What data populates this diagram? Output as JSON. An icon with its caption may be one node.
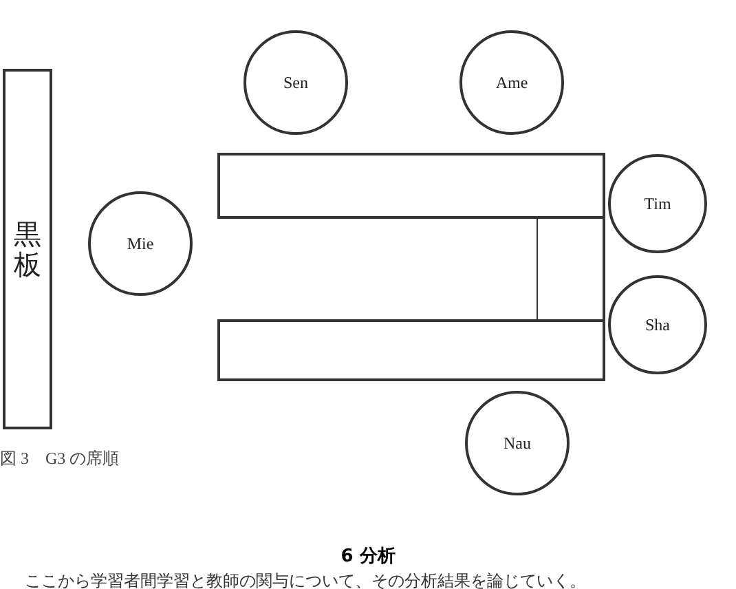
{
  "diagram": {
    "caption": "図 3　G3 の席順",
    "nodes": [
      {
        "text": [
          "黒板"
        ]
      },
      {
        "text": [
          "Sen"
        ]
      },
      {
        "text": [
          "Ame"
        ]
      },
      {
        "text": [
          "Mie"
        ]
      },
      {
        "text": [],
        "shape": "box"
      },
      {
        "text": [
          "Tim"
        ]
      },
      {
        "text": [],
        "shape": "box"
      },
      {
        "text": [
          "Sha"
        ]
      },
      {
        "text": [],
        "shape": "box"
      },
      {
        "text": [
          "Nau"
        ]
      }
    ],
    "labels": [
      "6 分析",
      "ここから学習者間学習と教師の関与について、その分析結果を論じていく。"
    ]
  }
}
